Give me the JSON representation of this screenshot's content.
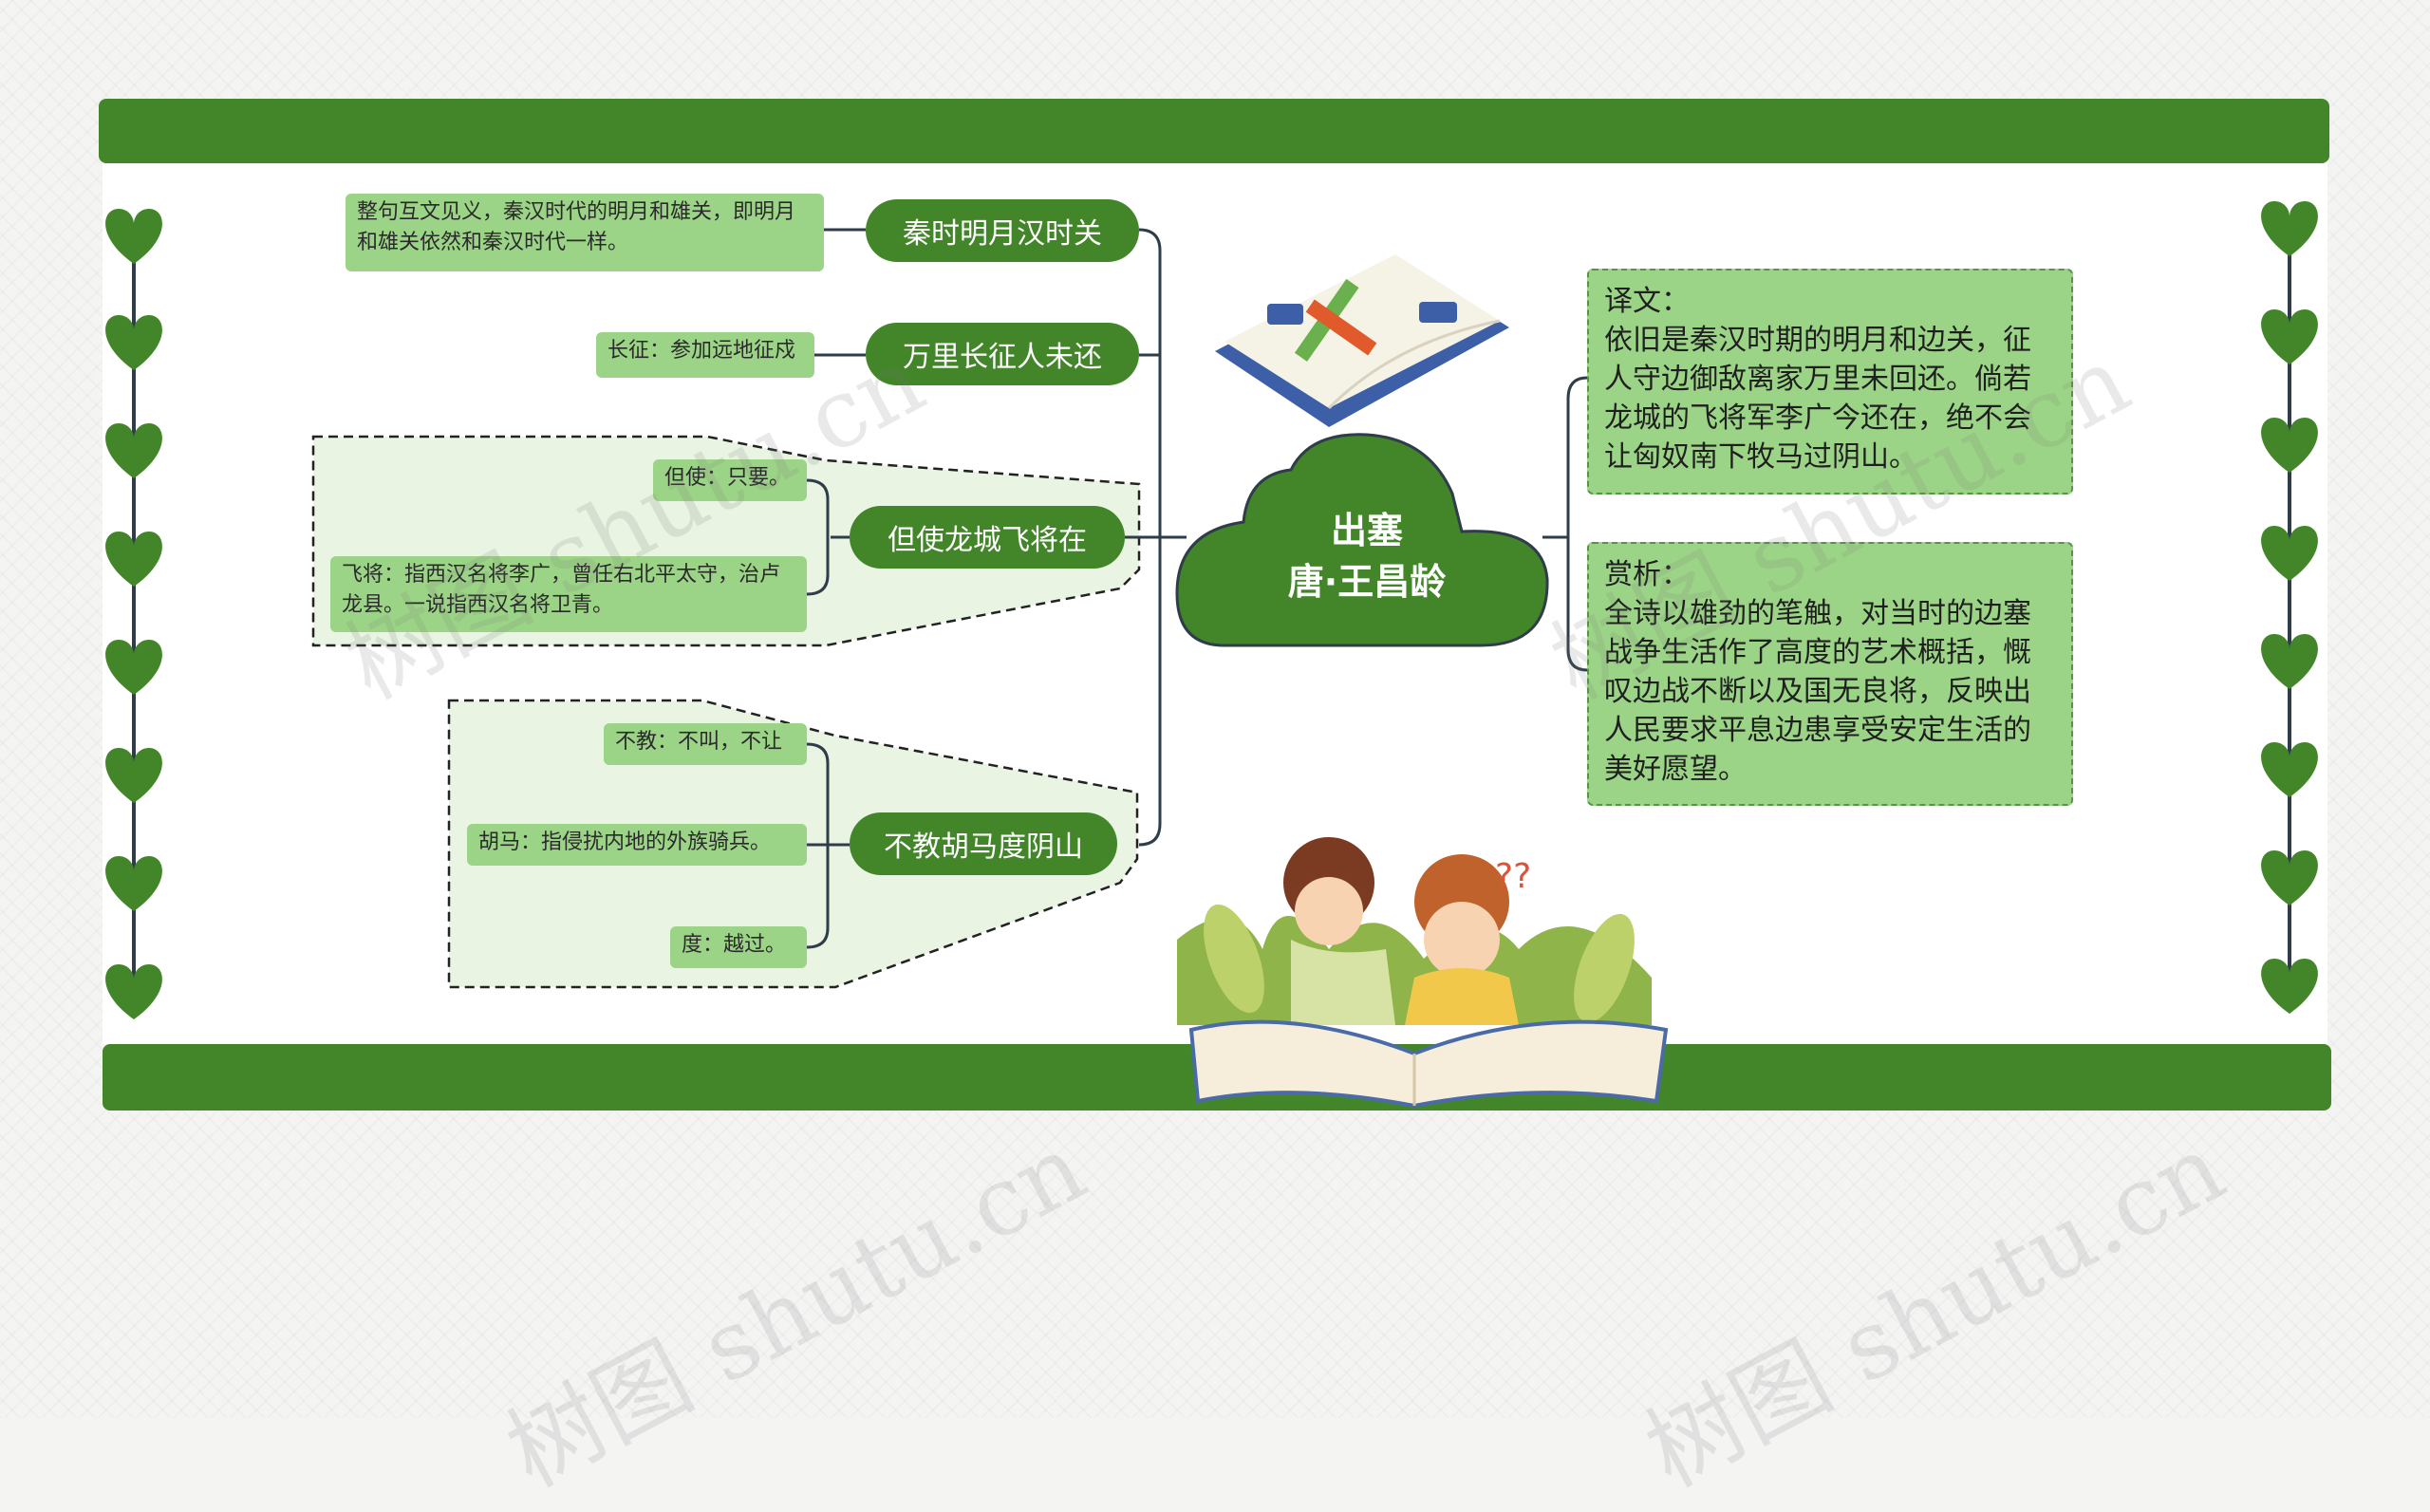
{
  "title": {
    "line1": "出塞",
    "line2": "唐·王昌龄"
  },
  "branches": [
    {
      "label": "秦时明月汉时关",
      "notes": [
        "整句互文见义，秦汉时代的明月和雄关，即明月和雄关依然和秦汉时代一样。"
      ]
    },
    {
      "label": "万里长征人未还",
      "notes": [
        "长征：参加远地征戍"
      ]
    },
    {
      "label": "但使龙城飞将在",
      "notes": [
        "但使：只要。",
        "飞将：指西汉名将李广，曾任右北平太守，治卢龙县。一说指西汉名将卫青。"
      ]
    },
    {
      "label": "不教胡马度阴山",
      "notes": [
        "不教：不叫，不让",
        "胡马：指侵扰内地的外族骑兵。",
        "度：越过。"
      ]
    }
  ],
  "summaries": [
    {
      "text": "译文：\n依旧是秦汉时期的明月和边关，征人守边御敌离家万里未回还。倘若龙城的飞将军李广今还在，绝不会让匈奴南下牧马过阴山。"
    },
    {
      "text": "赏析：\n全诗以雄劲的笔触，对当时的边塞战争生活作了高度的艺术概括，慨叹边战不断以及国无良将，反映出人民要求平息边患享受安定生活的美好愿望。"
    }
  ],
  "watermark": "树图 shutu.cn",
  "colors": {
    "accent": "#43862a",
    "note": "#9cd487",
    "line": "#2f3d4a",
    "heart": "#43862a"
  }
}
